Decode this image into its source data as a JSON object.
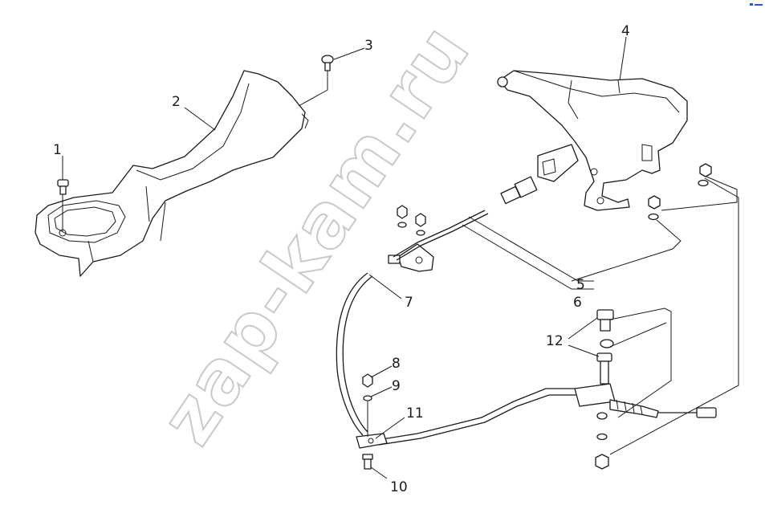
{
  "diagram": {
    "callouts": [
      "1",
      "2",
      "3",
      "4",
      "5",
      "6",
      "7",
      "8",
      "9",
      "10",
      "11",
      "12"
    ],
    "watermark": "zap-kam.ru"
  },
  "colors": {
    "line": "#1a1a1a",
    "watermark": "#c9c9c9",
    "background": "#ffffff"
  }
}
